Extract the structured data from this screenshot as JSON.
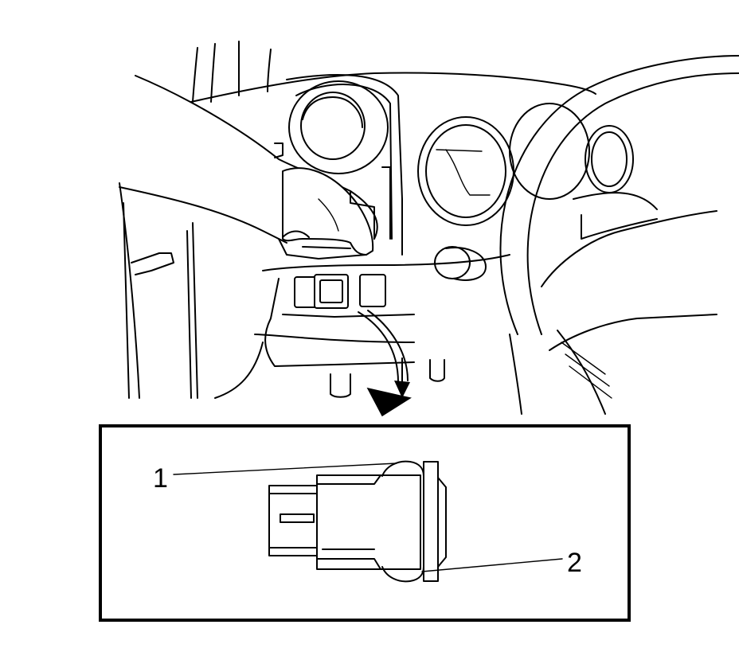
{
  "figure": {
    "callouts": [
      {
        "id": "1",
        "label": "1"
      },
      {
        "id": "2",
        "label": "2"
      }
    ],
    "colors": {
      "line": "#000000",
      "background": "#ffffff",
      "arrow": "#000000"
    }
  }
}
